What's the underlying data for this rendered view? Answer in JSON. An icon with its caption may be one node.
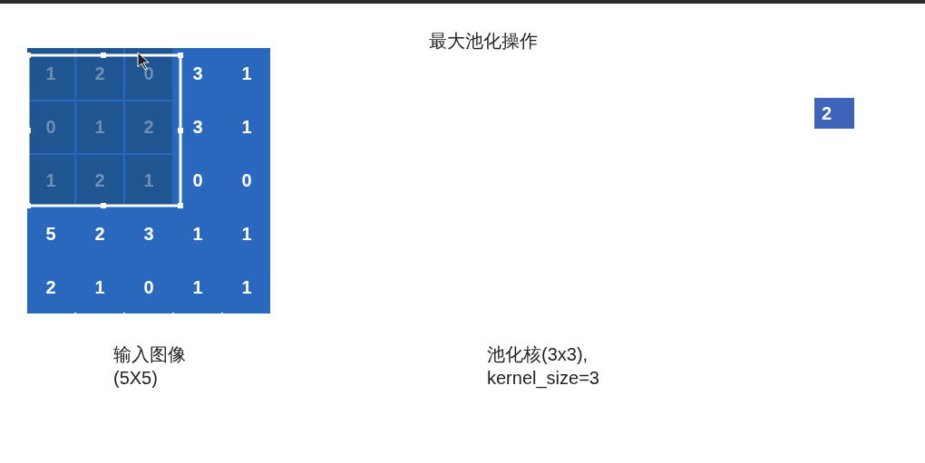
{
  "diagram": {
    "title": "最大池化操作",
    "nodes": [
      {
        "text": [
          "1"
        ]
      },
      {
        "text": [
          "2"
        ]
      },
      {
        "text": [
          "0"
        ]
      },
      {
        "text": [
          "3"
        ]
      },
      {
        "text": [
          "1"
        ]
      },
      {
        "text": [
          "0"
        ]
      },
      {
        "text": [
          "1"
        ]
      },
      {
        "text": [
          "2"
        ]
      },
      {
        "text": [
          "3"
        ]
      },
      {
        "text": [
          "1"
        ]
      },
      {
        "text": [
          "1"
        ]
      },
      {
        "text": [
          "2"
        ]
      },
      {
        "text": [
          "1"
        ]
      },
      {
        "text": [
          "0"
        ]
      },
      {
        "text": [
          "0"
        ]
      },
      {
        "text": [
          "5"
        ]
      },
      {
        "text": [
          "2"
        ]
      },
      {
        "text": [
          "3"
        ]
      },
      {
        "text": [
          "1"
        ]
      },
      {
        "text": [
          "1"
        ]
      },
      {
        "text": [
          "2"
        ]
      },
      {
        "text": [
          "1"
        ]
      },
      {
        "text": [
          "0"
        ]
      },
      {
        "text": [
          "1"
        ]
      },
      {
        "text": [
          "1"
        ]
      },
      {
        "text": [
          "2"
        ]
      }
    ],
    "edges": [],
    "labels": [
      "输入图像",
      "(5X5)",
      "池化核(3x3),",
      "kernel_size=3"
    ]
  }
}
